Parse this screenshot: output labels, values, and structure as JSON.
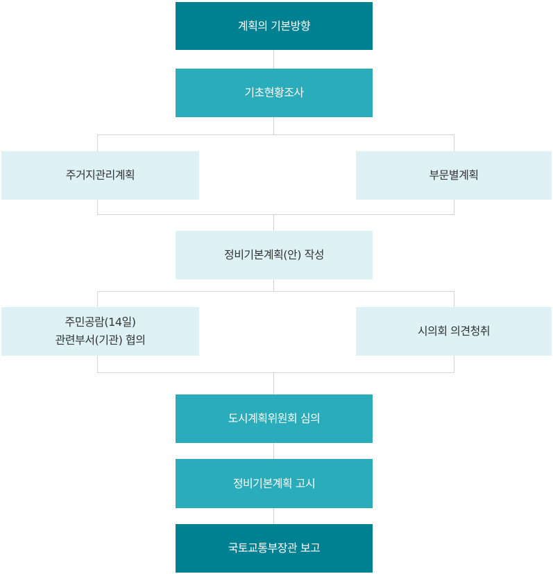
{
  "colors": {
    "dark_teal": "#008191",
    "teal": "#2BACBA",
    "pale_blue": "#DEF1F4",
    "connector_line": "#CFCFCF",
    "text_on_teal": "#FFFFFF",
    "text_on_pale": "#333333"
  },
  "nodes": [
    {
      "id": "basic-direction",
      "label": "계획의 기본방향",
      "variant": "dark"
    },
    {
      "id": "base-survey",
      "label": "기초현황조사",
      "variant": "teal"
    },
    {
      "id": "residential-mgmt",
      "label": "주거지관리계획",
      "variant": "pale"
    },
    {
      "id": "sectoral-plan",
      "label": "부문별계획",
      "variant": "pale"
    },
    {
      "id": "draft-plan",
      "label": "정비기본계획(안) 작성",
      "variant": "pale"
    },
    {
      "id": "public-review",
      "label": "주민공람(14일)\n관련부서(기관) 협의",
      "variant": "pale"
    },
    {
      "id": "council-opinion",
      "label": "시의회 의견청취",
      "variant": "pale"
    },
    {
      "id": "committee-review",
      "label": "도시계획위원회 심의",
      "variant": "teal"
    },
    {
      "id": "plan-notice",
      "label": "정비기본계획 고시",
      "variant": "teal"
    },
    {
      "id": "minister-report",
      "label": "국토교통부장관 보고",
      "variant": "dark"
    }
  ]
}
